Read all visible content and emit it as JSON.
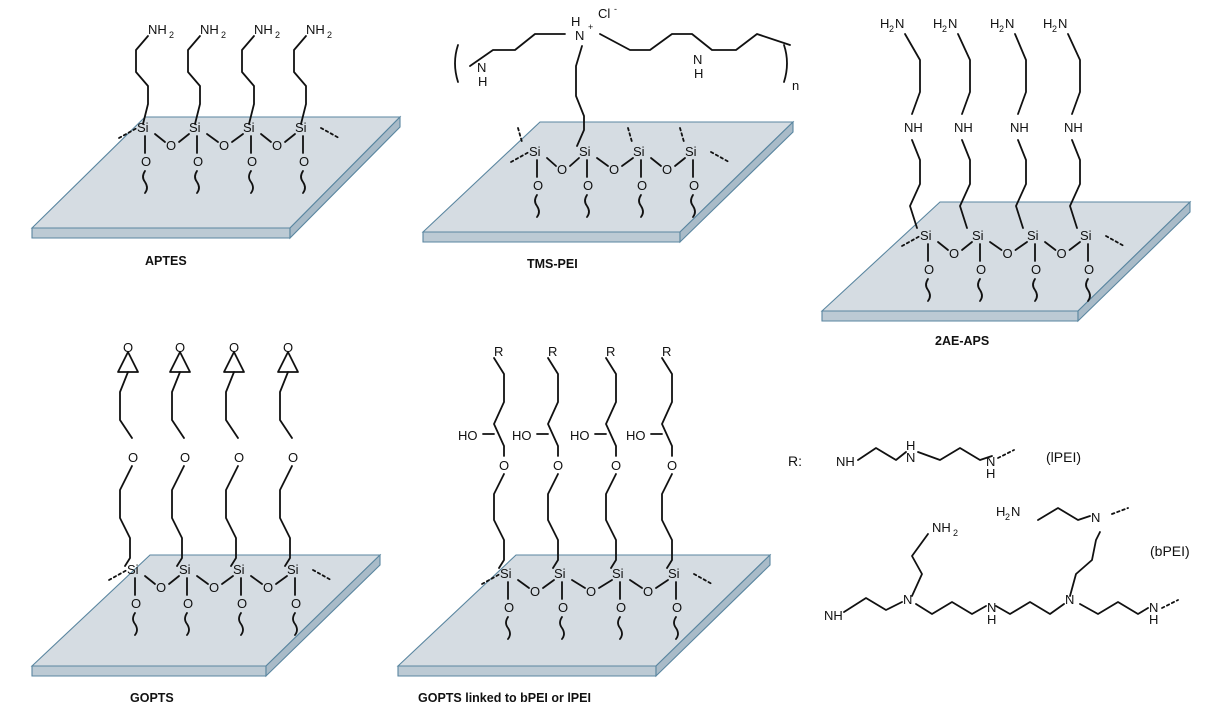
{
  "captions": {
    "aptes": "APTES",
    "tms_pei": "TMS-PEI",
    "ae_aps": "2AE-APS",
    "gopts": "GOPTS",
    "gopts_linked": "GOPTS linked to bPEI or lPEI"
  },
  "atoms": {
    "si": "Si",
    "o": "O",
    "nh": "NH",
    "n": "N",
    "h": "H",
    "nh2_n": "NH",
    "nh2_sub": "2",
    "h2n_h": "H",
    "h2n_sub": "2",
    "h2n_n": "N",
    "ho": "HO",
    "r": "R",
    "cl": "Cl",
    "cl_charge": "-",
    "n_plus": "+",
    "subscript_n": "n"
  },
  "legend": {
    "r_label": "R:",
    "lpei": "(lPEI)",
    "bpei": "(bPEI)"
  }
}
